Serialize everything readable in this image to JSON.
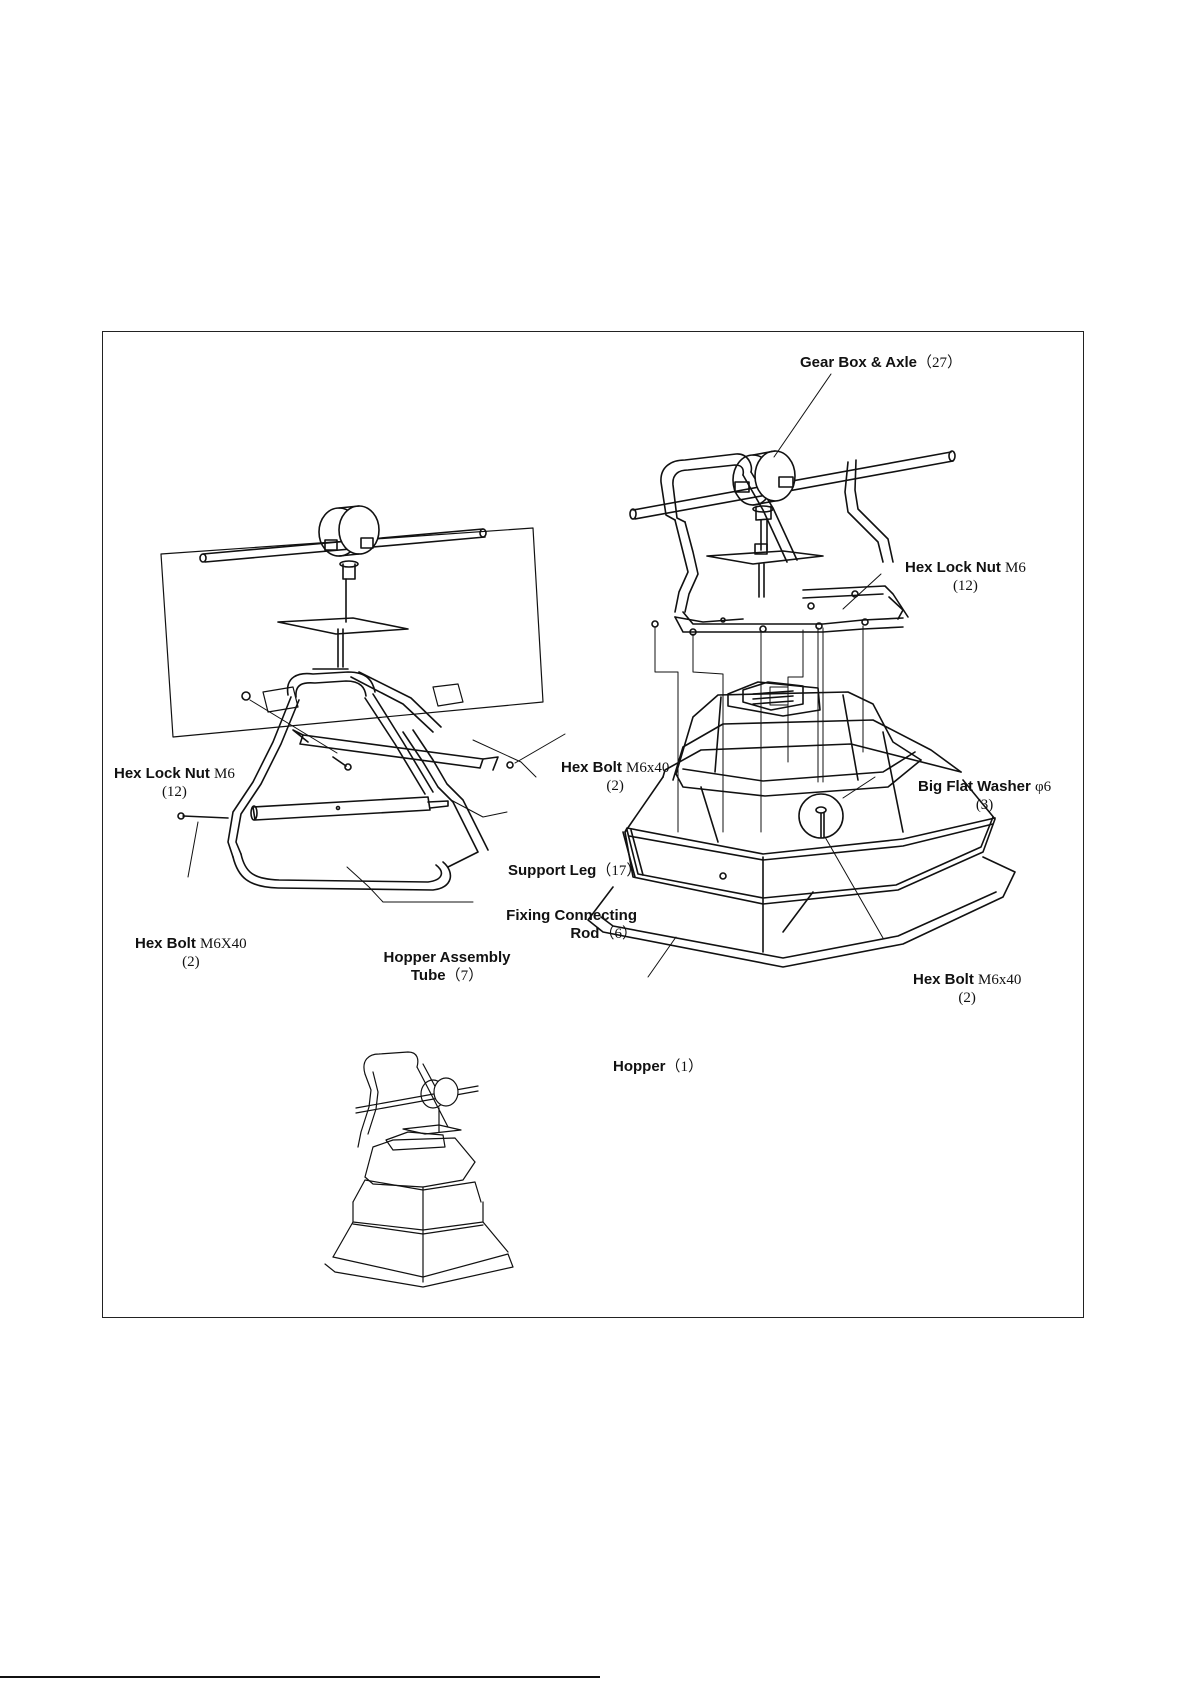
{
  "figure": {
    "callouts": [
      {
        "id": "gearbox",
        "name": "Gear Box & Axle",
        "qty": "（27）"
      },
      {
        "id": "nut-right",
        "name": "Hex Lock Nut",
        "spec": "M6",
        "qty": "(12)"
      },
      {
        "id": "washer",
        "name": "Big Flat Washer",
        "spec": "φ6",
        "qty": "(3)"
      },
      {
        "id": "bolt-right",
        "name": "Hex Bolt",
        "spec": "M6x40",
        "qty": "(2)"
      },
      {
        "id": "hopper",
        "name": "Hopper",
        "qty": "（1）"
      },
      {
        "id": "nut-left",
        "name": "Hex Lock Nut",
        "spec": "M6",
        "qty": "(12)"
      },
      {
        "id": "bolt-top",
        "name": "Hex Bolt",
        "spec": "M6x40",
        "qty": "(2)"
      },
      {
        "id": "support-leg",
        "name": "Support Leg",
        "qty": "（17）"
      },
      {
        "id": "fixing-rod",
        "name": "Fixing Connecting",
        "name2": "Rod",
        "qty": "（6）"
      },
      {
        "id": "bolt-left",
        "name": "Hex Bolt",
        "spec": "M6X40",
        "qty": "(2)"
      },
      {
        "id": "hopper-tube",
        "name": "Hopper Assembly",
        "name2": "Tube",
        "qty": "（7）"
      }
    ]
  }
}
